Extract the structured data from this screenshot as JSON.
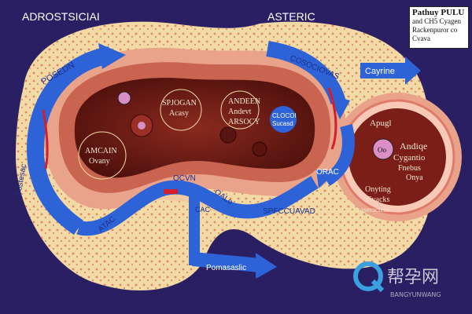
{
  "labels": {
    "top_left": "ADROSTSICIAI",
    "top_center": "ASTERIC",
    "legend_title": "Pathuy PULU",
    "legend_line1": "and CH5 Cyagen",
    "legend_line2": "Rackenpuror co",
    "legend_line3": "Cvava",
    "arrow_left_top": "POSEDN",
    "arrow_left_side": "Postesac",
    "arrow_top_right": "COSOCIOVAS",
    "arrow_right_box": "Cayrine",
    "inner_center_top1": "SPJOGAN",
    "inner_center_top2": "Acasy",
    "inner_right1": "ANDEEN",
    "inner_right2": "Andevt",
    "inner_right3": "ARSOCY",
    "inner_badge1": "CLOCOI",
    "inner_badge2": "Sucasd",
    "inner_left1": "AMCAIN",
    "inner_left2": "Ovany",
    "lower_cvn": "OCVN",
    "lower_oalo": "OALo",
    "lower_stack": "SPFCCUAVAD",
    "lower_sitac": "ATAC",
    "lower_cac": "CAC",
    "lower_ora": "ORAC",
    "lower_arrow": "Pomasaslic",
    "right_apugl": "Apugl",
    "right_andiqe": "Andiqe",
    "right_cygantio": "Cygantio",
    "right_fnebus": "Fnebus",
    "right_onya": "Onya",
    "right_onyting": "Onyting",
    "right_cvacks": "Cvacks",
    "right_osteart": "oseractein",
    "right_oo": "Oo",
    "watermark_cn": "帮孕网",
    "watermark_en": "BANGYUNWANG"
  },
  "colors": {
    "background": "#2b1f63",
    "outer_tissue": "#f2d9a6",
    "pink_layer": "#e9a38a",
    "muscle": "#c8644f",
    "inner_dark": "#6b1a14",
    "arrow_blue": "#2d63d6",
    "accent_red": "#d21f2b"
  }
}
